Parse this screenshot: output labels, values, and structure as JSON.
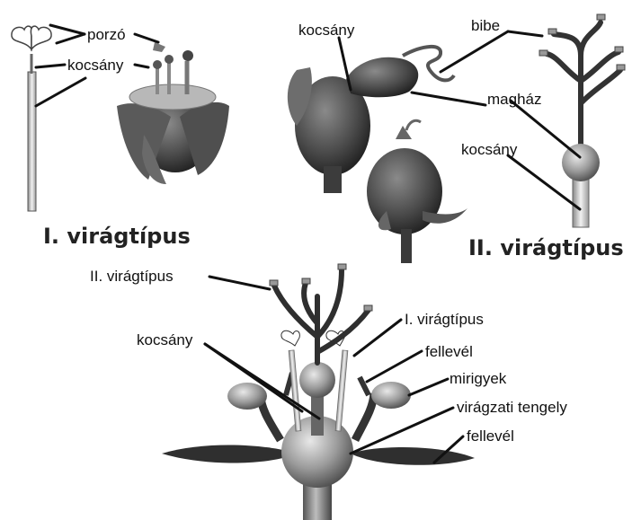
{
  "labels": {
    "porzo": "porzó",
    "kocsany_1": "kocsány",
    "kocsany_2": "kocsány",
    "bibe": "bibe",
    "maghaz": "magház",
    "kocsany_3": "kocsány",
    "type1_title": "I. virágtípus",
    "type2_title": "II. virágtípus",
    "type2_small": "II. virágtípus",
    "type1_small": "I. virágtípus",
    "kocsany_4": "kocsány",
    "fellevel_1": "fellevél",
    "mirigyek": "mirigyek",
    "viragzati_tengely": "virágzati tengely",
    "fellevel_2": "fellevél"
  }
}
